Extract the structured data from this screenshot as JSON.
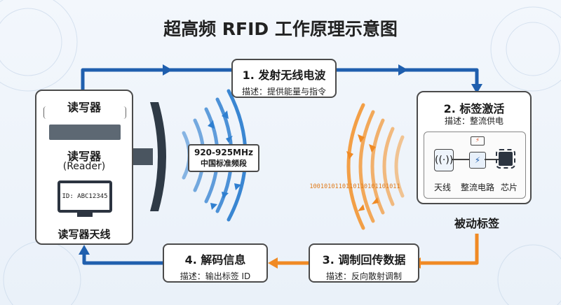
{
  "title": "超高频 RFID 工作原理示意图",
  "reader": {
    "heading": "读写器",
    "name": "读写器",
    "name_en": "(Reader)",
    "screen_id": "ID: ABC12345",
    "antenna_label": "读写器天线"
  },
  "band_label": {
    "freq": "920-925MHz",
    "standard": "中国标准频段"
  },
  "binary_stream": "1001010110110110101101011",
  "steps": [
    {
      "title": "1. 发射无线电波",
      "desc": "描述：提供能量与指令"
    },
    {
      "title": "2. 标签激活",
      "desc": "描述：整流供电"
    },
    {
      "title": "3. 调制回传数据",
      "desc": "描述：反向散射调制"
    },
    {
      "title": "4. 解码信息",
      "desc": "描述：输出标签 ID"
    }
  ],
  "tag": {
    "parts": [
      "天线",
      "整流电路",
      "芯片"
    ],
    "caption": "被动标签"
  },
  "colors": {
    "blue": "#1f5fae",
    "orange": "#f08a24",
    "wave_blue": "#2f7fd0",
    "wave_orange": "#f29a3c"
  }
}
